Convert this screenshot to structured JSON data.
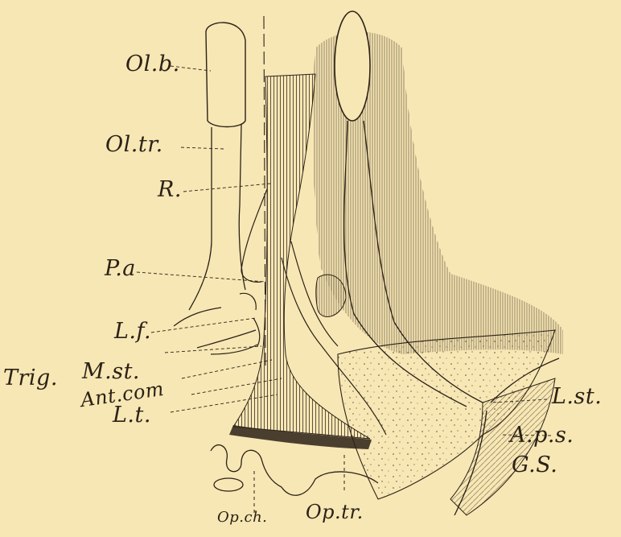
{
  "diagram": {
    "labels": {
      "olb": "Ol.b.",
      "oltr": "Ol.tr.",
      "r": "R.",
      "pa": "P.a",
      "lf": "L.f.",
      "trig": "Trig.",
      "mst": "M.st.",
      "antcom": "Ant.com",
      "lt": "L.t.",
      "lst": "L.st.",
      "aps": "A.p.s.",
      "gs": "G.S.",
      "opch": "Op.ch.",
      "optr": "Op.tr."
    },
    "colors": {
      "paper": "#f7e7b4",
      "ink": "#2b2118",
      "hatch": "#4a3a2a"
    }
  }
}
